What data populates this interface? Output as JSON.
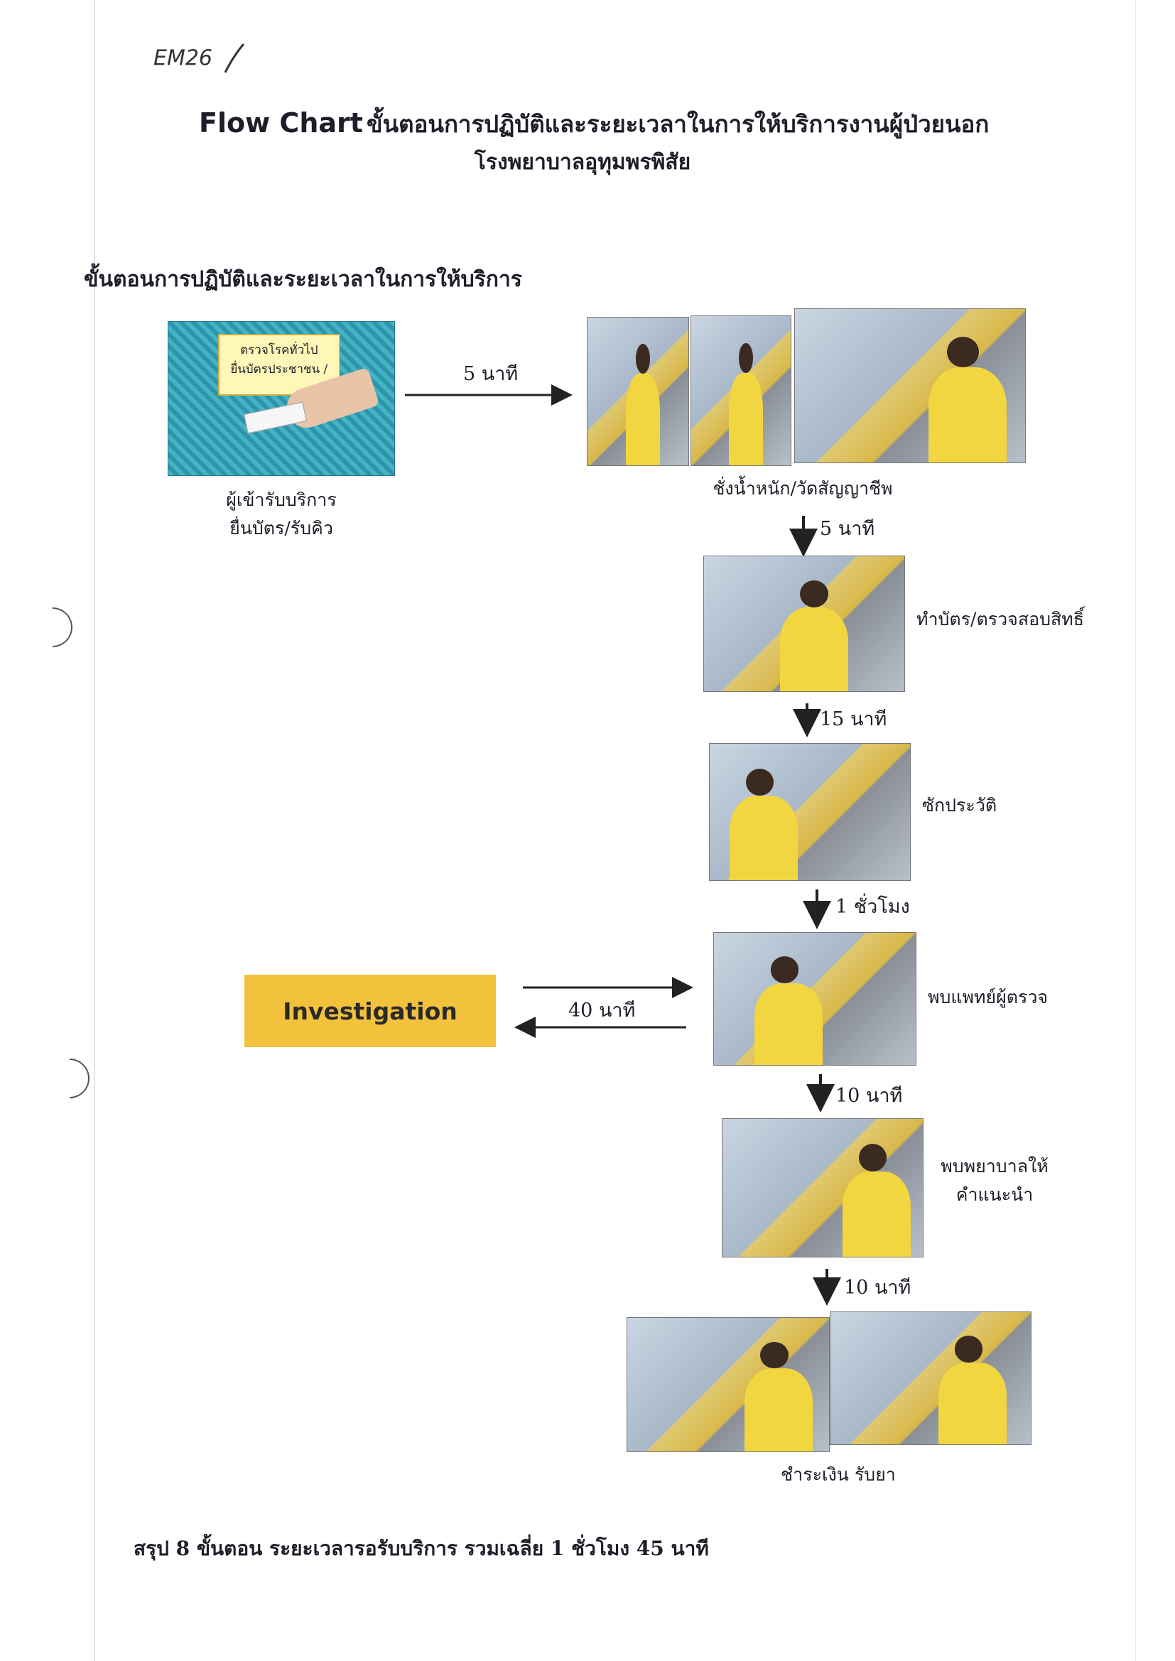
{
  "annotation": "EM26",
  "header": {
    "title_en": "Flow Chart",
    "title_th": "ขั้นตอนการปฏิบัติและระยะเวลาในการให้บริการงานผู้ป่วยนอก",
    "subtitle": "โรงพยาบาลอุทุมพรพิสัย"
  },
  "section_heading": "ขั้นตอนการปฏิบัติและระยะเวลาในการให้บริการ",
  "steps": [
    {
      "caption_1": "ผู้เข้ารับบริการ",
      "caption_2": "ยื่นบัตร/รับคิว",
      "photo_sign_1": "ตรวจโรคทั่วไป",
      "photo_sign_2": "ยื่นบัตรประชาชน /"
    },
    {
      "caption_1": "ชั่งน้ำหนัก/วัดสัญญาชีพ"
    },
    {
      "caption_1": "ทำบัตร/ตรวจสอบสิทธิ์"
    },
    {
      "caption_1": "ซักประวัติ"
    },
    {
      "caption_1": "พบแพทย์ผู้ตรวจ"
    },
    {
      "caption_1": "พบพยาบาลให้",
      "caption_2": "คำแนะนำ"
    },
    {
      "caption_1": "ชำระเงิน รับยา"
    }
  ],
  "durations": [
    "5 นาที",
    "5 นาที",
    "15 นาที",
    "1 ชั่วโมง",
    "40 นาที",
    "10  นาที",
    "10  นาที"
  ],
  "investigation_label": "Investigation",
  "summary": "สรุป  8  ขั้นตอน  ระยะเวลารอรับบริการ  รวมเฉลี่ย  1  ชั่วโมง  45  นาที",
  "colors": {
    "investigation_box": "#f3c23c",
    "uniform": "#f2d640",
    "crate": "#43b4c8"
  }
}
